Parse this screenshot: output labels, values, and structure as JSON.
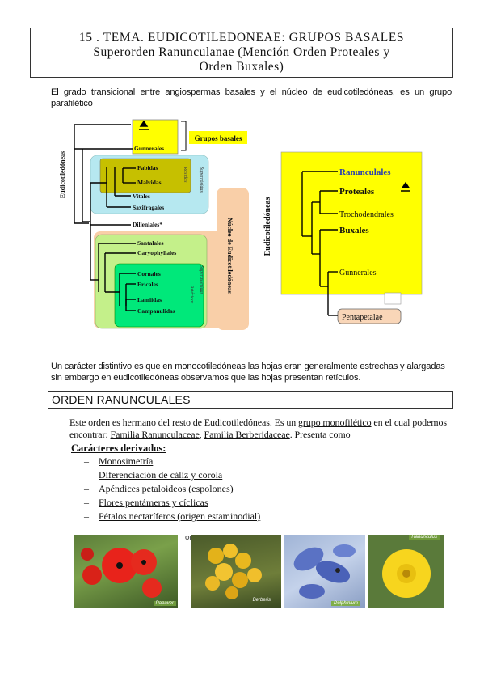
{
  "title": {
    "line1": "15 . TEMA. EUDICOTILEDONEAE: GRUPOS BASALES",
    "line2": "Superorden Ranunculanae (Mención Orden Proteales y",
    "line3": "Orden Buxales)"
  },
  "intro_text": "El grado transicional entre angiospermas basales y el núcleo de eudicotiledóneas, es un grupo parafilético",
  "tree1": {
    "root_label": "Eudicotiledóneas",
    "grupos_basales": "Grupos basales",
    "gunnerales": "Gunnerales",
    "fabidas": "Fabidas",
    "malvidas": "Malvidas",
    "rosidas": "Rósidas",
    "superrosidas": "Superrósidas",
    "vitales": "Vitales",
    "saxifragales": "Saxifragales",
    "dilleniales": "Dilleniales*",
    "santalales": "Santalales",
    "caryophyllales": "Caryophyllales",
    "cornales": "Cornales",
    "ericales": "Ericales",
    "lamiidas": "Lamiidas",
    "campanulidas": "Campanulidas",
    "asteridas": "Astéridas",
    "superasteridas": "Superastéridas",
    "nucleo": "Núcleo de Eudicotiledóneas",
    "colors": {
      "yellow": "#ffff00",
      "olive": "#c6c000",
      "cyan": "#b6e8f0",
      "peach": "#f9cfa8",
      "lime": "#c4f08a",
      "green": "#00e87a"
    }
  },
  "tree2": {
    "root_label": "Eudicotiledóneas",
    "ranunculales": "Ranunculales",
    "proteales": "Proteales",
    "trochodendrales": "Trochodendrales",
    "buxales": "Buxales",
    "gunnerales": "Gunnerales",
    "pentapetalae": "Pentapetalae",
    "colors": {
      "yellow": "#ffff00",
      "blue": "#2a3fb0",
      "peach": "#f9d6b8"
    }
  },
  "para2": "Un carácter distintivo es que en monocotiledóneas las hojas eran generalmente estrechas y alargadas sin embargo en eudicotiledóneas observamos que las hojas presentan retículos.",
  "section_title": "ORDEN RANUNCULALES",
  "body3": {
    "p1": "Este orden es hermano del resto de Eudicotiledóneas. Es un ",
    "link1": "grupo monofilético",
    "p2": " en el cual podemos encontrar: ",
    "link2": "Familia Ranunculaceae",
    "p3": ", ",
    "link3": "Familia Berberidaceae",
    "p4": ". Presenta como"
  },
  "derivados": "Carácteres derivados:",
  "bullets": [
    "Monosimetría",
    "Diferenciación de cáliz y corola",
    "Apéndices petaloideos (espolones)",
    "Flores pentámeras y cíclicas",
    "Pétalos nectaríferos (origen estaminodial)"
  ],
  "photos": {
    "or_label": "OR",
    "captions": [
      "Papaver",
      "Berberis",
      "Delphinium",
      "Ranunculus"
    ]
  }
}
